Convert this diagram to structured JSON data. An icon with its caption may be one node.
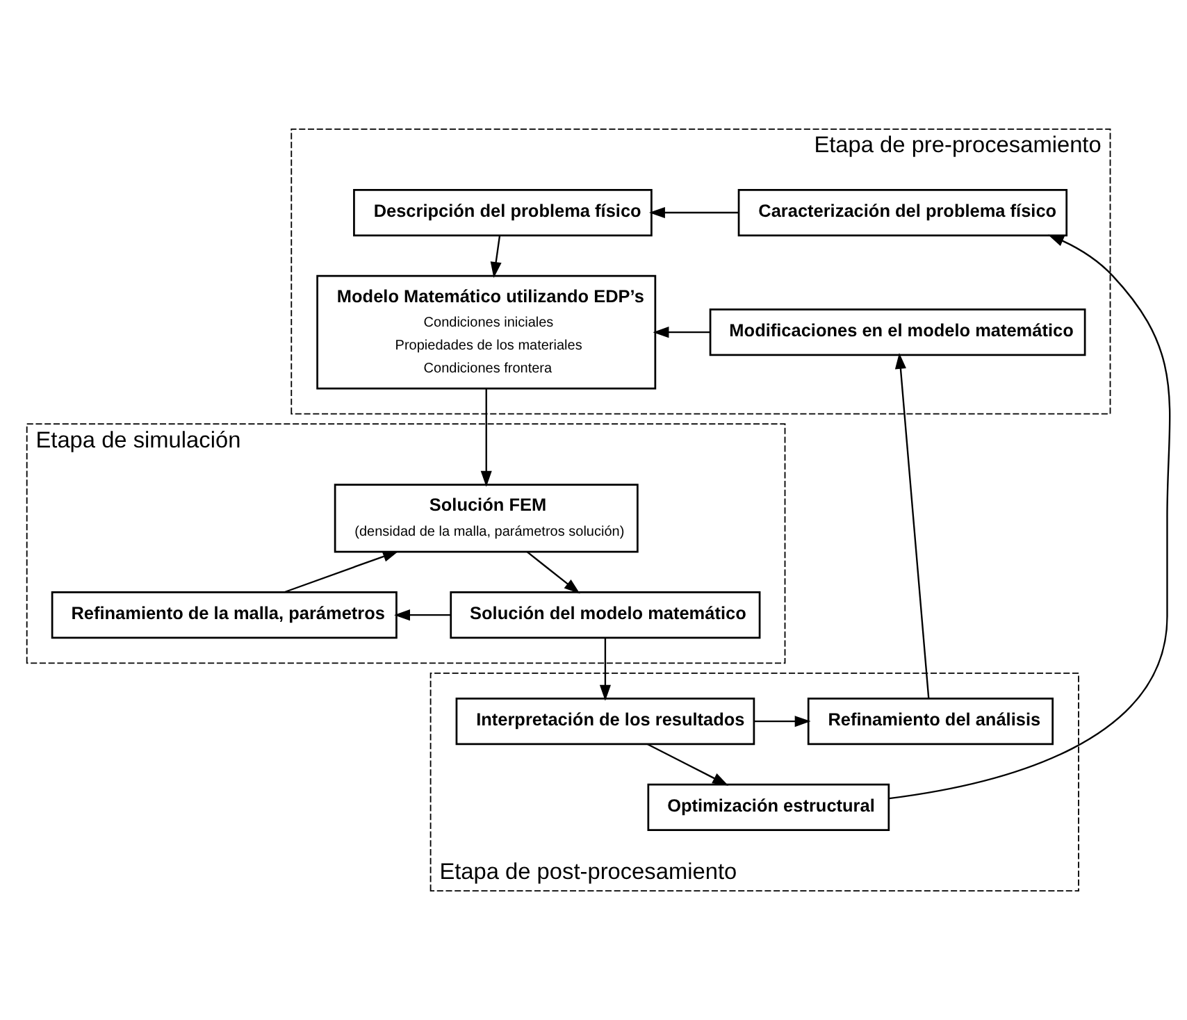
{
  "diagram": {
    "nodes": [
      {
        "text": [
          "Etapa de pre-procesamiento"
        ]
      },
      {
        "text": [
          "Descripción del problema físico"
        ],
        "in": 0
      },
      {
        "text": [
          "Caracterización del problema físico"
        ],
        "in": 0
      },
      {
        "text": [
          "Modelo Matemático utilizando EDP’s",
          "Condiciones iniciales",
          "Propiedades de los materiales",
          "Condiciones frontera"
        ],
        "in": 0
      },
      {
        "text": [
          "Modificaciones en el modelo matemático"
        ],
        "in": 0
      },
      {
        "text": [
          "Etapa de simulación"
        ]
      },
      {
        "text": [
          "Solución FEM",
          "(densidad de la malla, parámetros solución)"
        ],
        "in": 5
      },
      {
        "text": [
          "Refinamiento de la malla, parámetros"
        ],
        "in": 5
      },
      {
        "text": [
          "Solución del modelo matemático"
        ],
        "in": 5
      },
      {
        "text": [
          "Etapa de post-procesamiento"
        ]
      },
      {
        "text": [
          "Interpretación de los resultados"
        ],
        "in": 9
      },
      {
        "text": [
          "Refinamiento del análisis"
        ],
        "in": 9
      },
      {
        "text": [
          "Optimización estructural"
        ],
        "in": 9
      }
    ],
    "edges": [
      {
        "from": 2,
        "to": 1,
        "arrow": "to"
      },
      {
        "from": 1,
        "to": 3,
        "arrow": "to"
      },
      {
        "from": 4,
        "to": 3,
        "arrow": "to"
      },
      {
        "from": 3,
        "to": 6,
        "arrow": "to"
      },
      {
        "from": 7,
        "to": 6,
        "arrow": "to"
      },
      {
        "from": 6,
        "to": 8,
        "arrow": "to"
      },
      {
        "from": 8,
        "to": 7,
        "arrow": "to"
      },
      {
        "from": 8,
        "to": 10,
        "arrow": "to"
      },
      {
        "from": 10,
        "to": 11,
        "arrow": "to"
      },
      {
        "from": 11,
        "to": 4,
        "arrow": "to"
      },
      {
        "from": 10,
        "to": 12,
        "arrow": "to"
      },
      {
        "from": 12,
        "to": 2,
        "arrow": "to"
      }
    ]
  }
}
